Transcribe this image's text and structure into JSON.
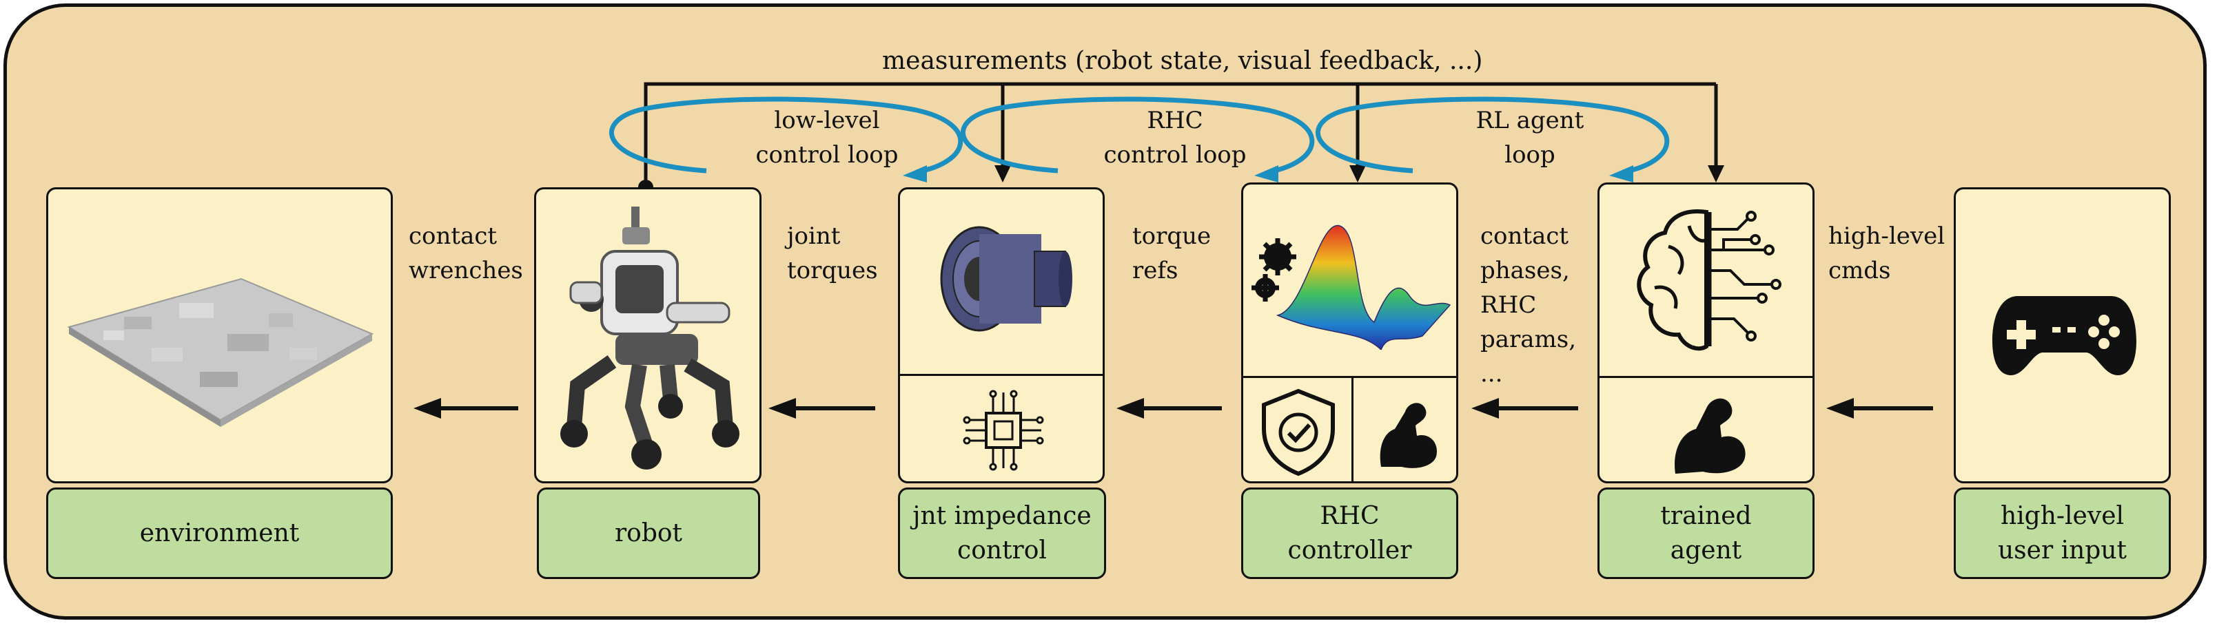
{
  "top_label": "measurements (robot state, visual feedback, ...)",
  "loops": {
    "low_level": "low-level\ncontrol loop",
    "rhc": "RHC\ncontrol loop",
    "rl": "RL agent\nloop"
  },
  "signals": {
    "contact_wrenches": "contact\nwrenches",
    "joint_torques": "joint\ntorques",
    "torque_refs": "torque\nrefs",
    "contact_phases": "contact\nphases,\nRHC\nparams,\n...",
    "high_level_cmds": "high-level\ncmds"
  },
  "blocks": {
    "environment": "environment",
    "robot": "robot",
    "jnt_impedance": "jnt impedance\ncontrol",
    "rhc_controller": "RHC\ncontroller",
    "trained_agent": "trained\nagent",
    "user_input": "high-level\nuser input"
  },
  "icons": {
    "environment": "terrain-icon",
    "robot": "quadruped-robot-icon",
    "jnt_top": "actuator-motor-icon",
    "jnt_bottom": "microchip-icon",
    "rhc_top": "gears-surface-plot-icon",
    "rhc_bottom_left": "shield-check-icon",
    "rhc_bottom_right": "flexed-arm-icon",
    "agent_top": "brain-circuit-icon",
    "agent_bottom": "flexed-arm-icon",
    "user": "gamepad-icon"
  },
  "colors": {
    "background": "#f0d8a8",
    "card": "#fcf0c6",
    "label": "#bfdd9f",
    "loop_arrow": "#1b8fc0"
  }
}
